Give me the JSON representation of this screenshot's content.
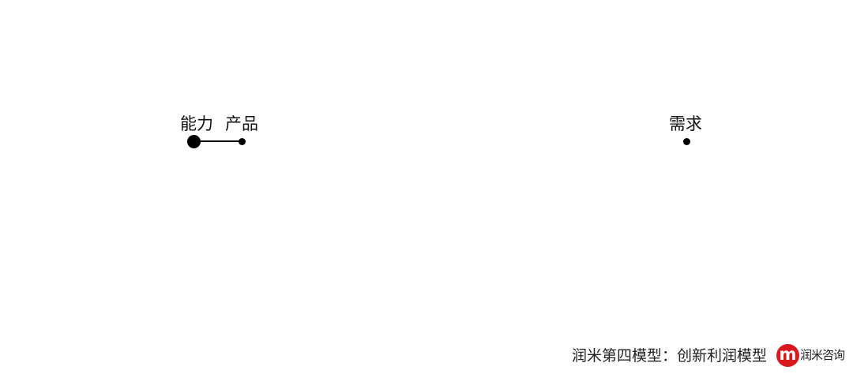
{
  "diagram": {
    "nodes": [
      {
        "id": "capability",
        "label": "能力"
      },
      {
        "id": "product",
        "label": "产品"
      },
      {
        "id": "demand",
        "label": "需求"
      }
    ],
    "edges": [
      {
        "from": "capability",
        "to": "product"
      }
    ]
  },
  "footer": {
    "text": "润米第四模型：创新利润模型"
  },
  "brand": {
    "logo_letter": "m",
    "name": "润米咨询",
    "color": "#d7191f"
  }
}
